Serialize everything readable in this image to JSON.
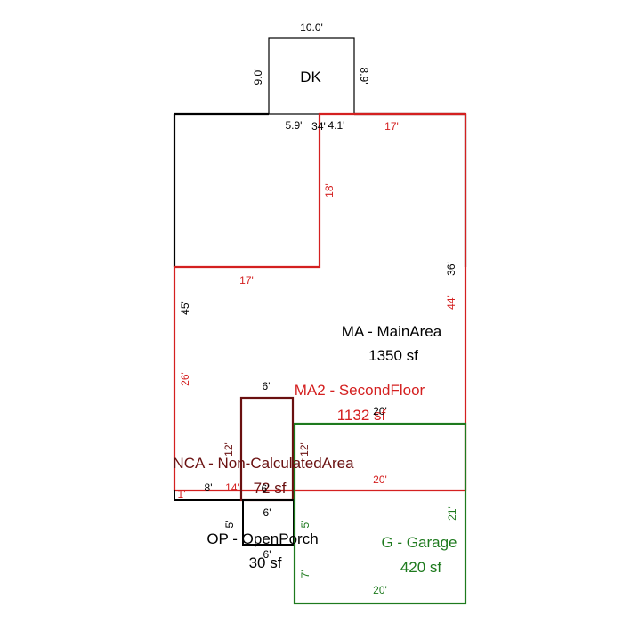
{
  "colors": {
    "black": "#000000",
    "red": "#d42020",
    "green": "#1e7a1e",
    "maroon": "#6a1010"
  },
  "areas": {
    "dk": {
      "name": "DK"
    },
    "ma": {
      "name": "MA - MainArea",
      "size": "1350 sf"
    },
    "ma2": {
      "name": "MA2 - SecondFloor",
      "size": "1132 sf"
    },
    "nca": {
      "name": "NCA - Non-CalculatedArea",
      "size": "72 sf"
    },
    "op": {
      "name": "OP - OpenPorch",
      "size": "30 sf"
    },
    "g": {
      "name": "G - Garage",
      "size": "420 sf"
    }
  },
  "dims": {
    "dk_top": "10.0'",
    "dk_left": "9.0'",
    "dk_right": "8.9'",
    "seg_5_9": "5.9'",
    "seg_34": "34'",
    "seg_4_1": "4.1'",
    "red_top": "17'",
    "red_step_v": "18'",
    "red_step_h": "17'",
    "black_right": "36'",
    "black_left": "45'",
    "red_right": "44'",
    "red_left": "26'",
    "nca_top": "6'",
    "nca_left": "12'",
    "nca_right": "12'",
    "nca_inner": "6'",
    "bot_1": "1'",
    "bot_8": "8'",
    "bot_14": "14'",
    "ma2_20": "20'",
    "g_top": "20'",
    "g_right": "21'",
    "g_bottom": "20'",
    "g_left": "7'",
    "g_left5": "5'",
    "op_top": "6'",
    "op_left": "5'",
    "op_bottom": "6'"
  }
}
